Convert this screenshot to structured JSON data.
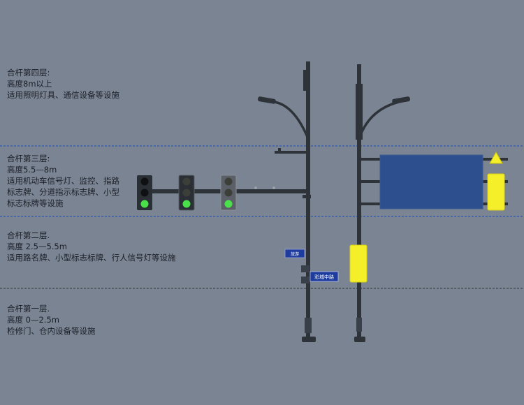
{
  "layers": [
    {
      "lines": [
        "合杆第四层:",
        "高度8m以上",
        "适用照明灯具、通信设备等设施"
      ]
    },
    {
      "lines": [
        "合杆第三层:",
        "高度5.5—8m",
        "适用机动车信号灯、监控、指路",
        "标志牌、分道指示标志牌、小型",
        "标志标牌等设施"
      ]
    },
    {
      "lines": [
        "合杆第二层.",
        "高度 2.5—5.5m",
        "适用路名牌、小型标志标牌、行人信号灯等设施"
      ]
    },
    {
      "lines": [
        "合杆第一层.",
        "高度 0—2.5m",
        "检修门、仓内设备等设施"
      ]
    }
  ],
  "street_sign_text": "彩城中路",
  "small_sign_text": "旅游",
  "colors": {
    "background": "#7b8493",
    "divider": "#3a5fb0",
    "divider_lower": "#4d5056",
    "pole": "#2e333a",
    "signal_green": "#4ae04a",
    "signal_off": "#3b3f38",
    "guide_sign": "#2d4f8e",
    "ped_signal": "#f5ef2a"
  }
}
